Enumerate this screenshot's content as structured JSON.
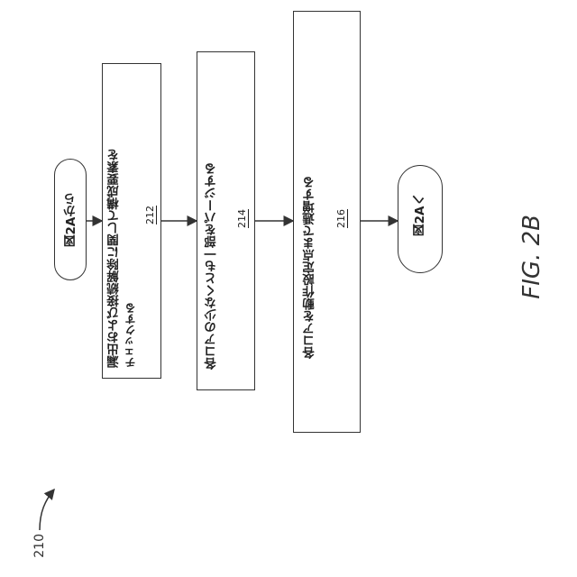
{
  "figure_label": "FIG. 2B",
  "diagram_ref": "210",
  "start": {
    "label": "図2Aから"
  },
  "end": {
    "label": "図2Aへ"
  },
  "steps": [
    {
      "line1": "漏出および接続解除に関して構成要素を",
      "line2": "チェックする",
      "ref": "212"
    },
    {
      "line1": "各コアの少なくとも一部をパージする",
      "line2": "",
      "ref": "214"
    },
    {
      "line1": "各コアを動作設定点まで逓増する",
      "line2": "",
      "ref": "216"
    }
  ]
}
